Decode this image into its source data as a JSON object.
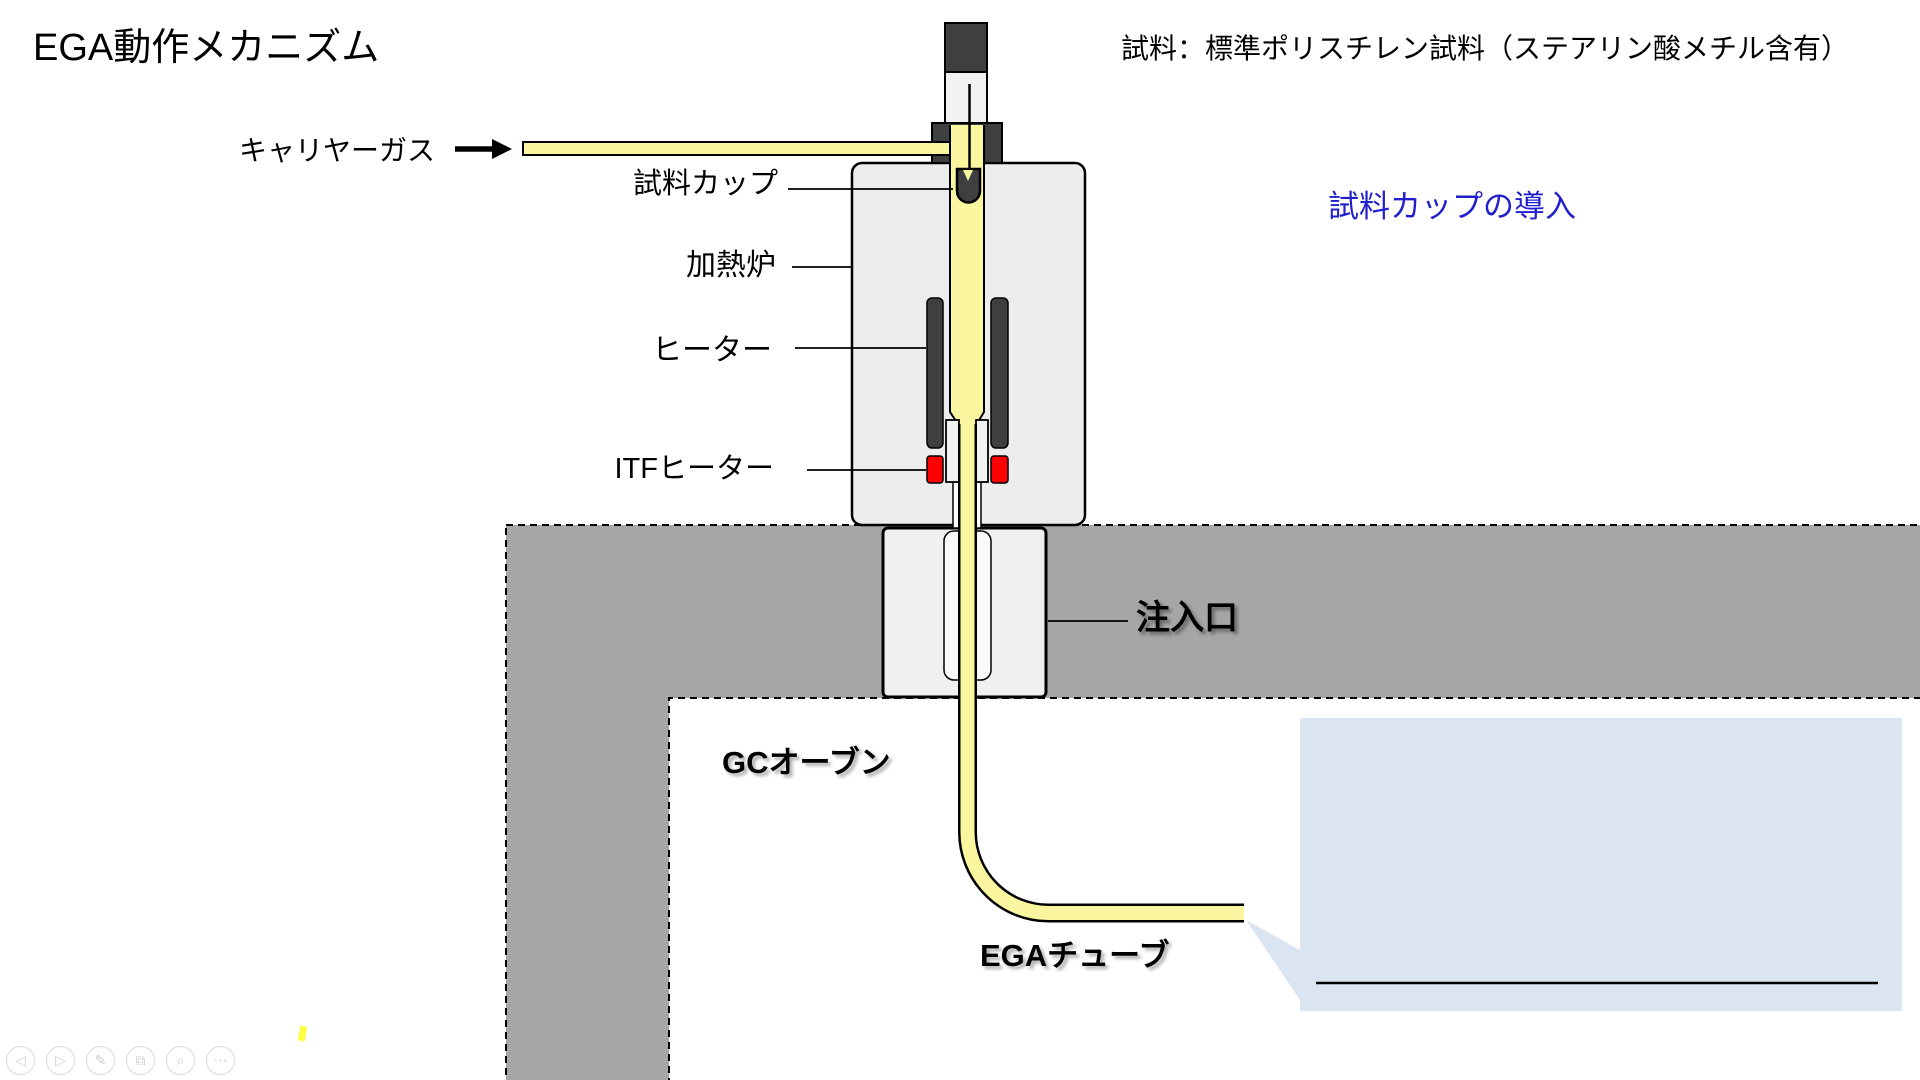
{
  "slide": {
    "title": "EGA動作メカニズム",
    "sample_note": "試料：標準ポリスチレン試料（ステアリン酸メチル含有）",
    "blue_caption": "試料カップの導入",
    "labels": {
      "carrier_gas": "キャリヤーガス",
      "sample_cup": "試料カップ",
      "furnace": "加熱炉",
      "heater": "ヒーター",
      "itf_heater": "ITFヒーター",
      "injection_port": "注入口",
      "gc_oven": "GCオーブン",
      "ega_tube": "EGAチューブ"
    },
    "colors": {
      "tube_yellow": "#FAF6A0",
      "gc_body_gray": "#A6A6A6",
      "furnace_gray": "#EDEDED",
      "dark_metal": "#3F3F3F",
      "itf_red": "#FF0000",
      "callout_blue": "#DBE5F1",
      "caption_blue": "#1F1FCC"
    },
    "player_controls": [
      {
        "name": "prev-icon",
        "glyph": "◁"
      },
      {
        "name": "next-icon",
        "glyph": "▷"
      },
      {
        "name": "pen-icon",
        "glyph": "✎"
      },
      {
        "name": "slides-icon",
        "glyph": "⧉"
      },
      {
        "name": "zoom-icon",
        "glyph": "⌕"
      },
      {
        "name": "more-icon",
        "glyph": "⋯"
      }
    ]
  }
}
